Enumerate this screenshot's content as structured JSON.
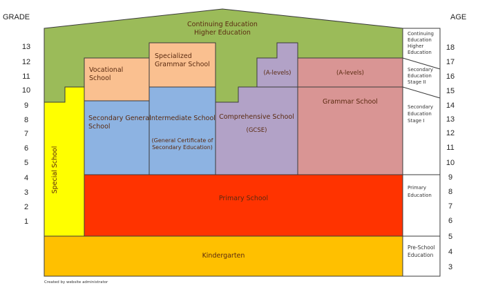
{
  "axes": {
    "left_title": "GRADE",
    "right_title": "AGE",
    "grade_ticks": [
      "13",
      "12",
      "11",
      "10",
      "9",
      "8",
      "7",
      "6",
      "5",
      "4",
      "3",
      "2",
      "1"
    ],
    "age_ticks": [
      "18",
      "17",
      "16",
      "15",
      "14",
      "13",
      "12",
      "11",
      "10",
      "9",
      "8",
      "7",
      "6",
      "5",
      "4",
      "3"
    ]
  },
  "blocks": {
    "higher": {
      "line1": "Continuing Education",
      "line2": "Higher Education",
      "color": "#9bbb59"
    },
    "vocational": {
      "line1": "Vocational",
      "line2": "School",
      "color": "#fac090"
    },
    "specialized": {
      "line1": "Specialized",
      "line2": "Grammar School",
      "color": "#fac090"
    },
    "secondary_general": {
      "line1": "Secondary General",
      "line2": "School",
      "color": "#8db3e2"
    },
    "intermediate": {
      "title": "Intermediate School",
      "sub1": "(General Certificate of",
      "sub2": "Secondary Education)",
      "color": "#8db3e2"
    },
    "comprehensive": {
      "title": "Comprehensive School",
      "sub": "(GCSE)",
      "alevels": "(A-levels)",
      "color": "#b2a2c7"
    },
    "grammar": {
      "title": "Grammar School",
      "alevels": "(A-levels)",
      "color": "#d99594"
    },
    "special": {
      "label": "Special School",
      "color": "#ffff00"
    },
    "primary": {
      "label": "Primary School",
      "color": "#ff3300"
    },
    "kindergarten": {
      "label": "Kindergarten",
      "color": "#ffc000"
    }
  },
  "legend": {
    "continuing": [
      "Continuing",
      "Education",
      "Higher",
      "Education"
    ],
    "stage2": [
      "Secondary",
      "Education",
      "Stage II"
    ],
    "stage1": [
      "Secondary",
      "Education",
      "Stage I"
    ],
    "primary": [
      "Primary",
      "Education"
    ],
    "preschool": [
      "Pre-School",
      "Education"
    ]
  },
  "credit": "Created by website administrator"
}
